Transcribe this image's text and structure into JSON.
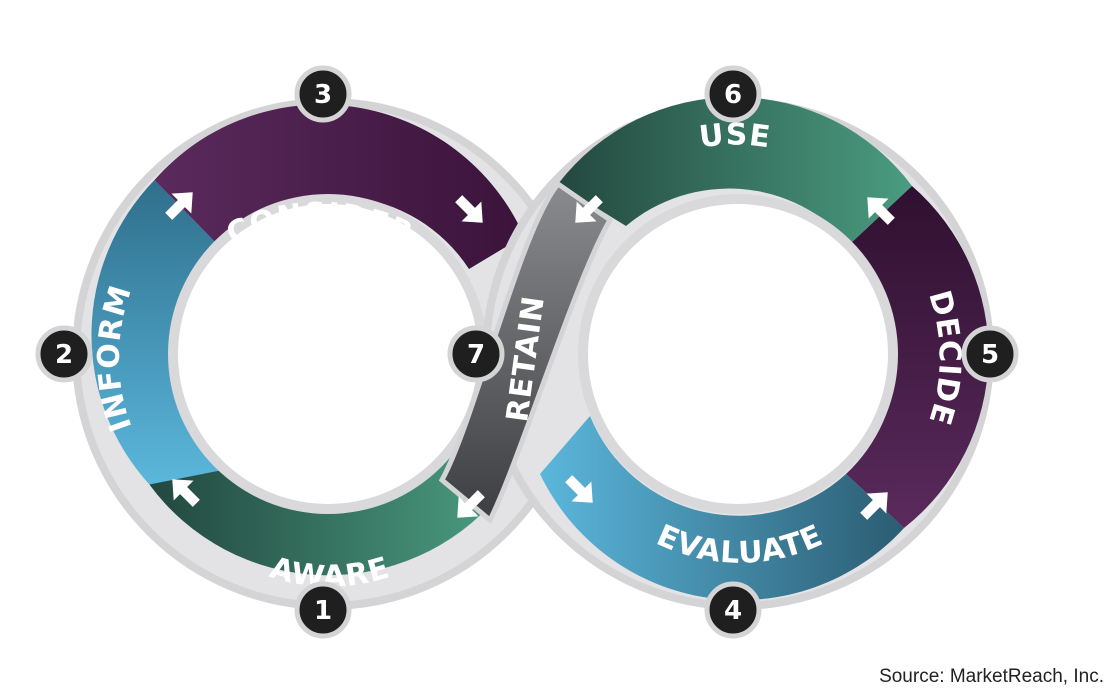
{
  "stages": [
    {
      "number": "1",
      "label": "AWARE"
    },
    {
      "number": "2",
      "label": "INFORM"
    },
    {
      "number": "3",
      "label": "CONSIDER"
    },
    {
      "number": "4",
      "label": "EVALUATE"
    },
    {
      "number": "5",
      "label": "DECIDE"
    },
    {
      "number": "6",
      "label": "USE"
    },
    {
      "number": "7",
      "label": "RETAIN"
    }
  ],
  "source": "Source: MarketReach, Inc.",
  "colors": {
    "green": "#2e7a62",
    "blue": "#3fa3cc",
    "purple": "#4a1f4a",
    "gray": "#6e6f72",
    "badge": "#1f1f1f",
    "outline": "#d4d4d6"
  }
}
